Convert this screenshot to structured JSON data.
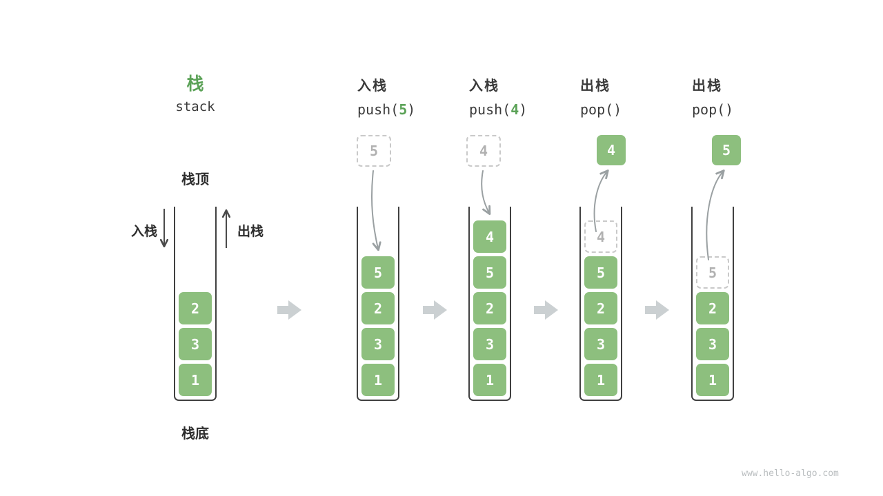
{
  "title": {
    "main": "栈",
    "sub": "stack"
  },
  "stack_labels": {
    "top": "栈顶",
    "bottom": "栈底",
    "push_side": "入栈",
    "pop_side": "出栈"
  },
  "stacks": [
    {
      "name": "initial",
      "cells": [
        {
          "v": "2"
        },
        {
          "v": "3"
        },
        {
          "v": "1"
        }
      ]
    },
    {
      "name": "push-5",
      "op": {
        "action": "入栈",
        "fn": "push(",
        "arg": "5",
        "close": ")"
      },
      "floating": {
        "v": "5",
        "dashed": true
      },
      "cells": [
        {
          "v": "5"
        },
        {
          "v": "2"
        },
        {
          "v": "3"
        },
        {
          "v": "1"
        }
      ]
    },
    {
      "name": "push-4",
      "op": {
        "action": "入栈",
        "fn": "push(",
        "arg": "4",
        "close": ")"
      },
      "floating": {
        "v": "4",
        "dashed": true
      },
      "cells": [
        {
          "v": "4"
        },
        {
          "v": "5"
        },
        {
          "v": "2"
        },
        {
          "v": "3"
        },
        {
          "v": "1"
        }
      ]
    },
    {
      "name": "pop-4",
      "op": {
        "action": "出栈",
        "fn": "pop(",
        "arg": "",
        "close": ")"
      },
      "floating": {
        "v": "4",
        "dashed": false
      },
      "cells": [
        {
          "v": "4",
          "dashed": true
        },
        {
          "v": "5"
        },
        {
          "v": "2"
        },
        {
          "v": "3"
        },
        {
          "v": "1"
        }
      ]
    },
    {
      "name": "pop-5",
      "op": {
        "action": "出栈",
        "fn": "pop(",
        "arg": "",
        "close": ")"
      },
      "floating": {
        "v": "5",
        "dashed": false
      },
      "cells": [
        {
          "v": "5",
          "dashed": true
        },
        {
          "v": "2"
        },
        {
          "v": "3"
        },
        {
          "v": "1"
        }
      ]
    }
  ],
  "watermark": "www.hello-algo.com",
  "colors": {
    "cell_green": "#8dbf7e",
    "accent_green": "#5ba257",
    "dashed_border": "#c9c9c9",
    "dashed_text": "#b1b1b1",
    "tube_border": "#404040",
    "flow_arrow_gray": "#9aa0a2",
    "transition_arrow_gray": "#cbd0d2",
    "text_dark": "#3a3a3a",
    "watermark_gray": "#b9bdbf"
  },
  "icons": {
    "transition": "right-arrow-icon",
    "push_flow": "curved-down-arrow-icon",
    "pop_flow": "curved-up-arrow-icon",
    "push_direction": "down-arrow-icon",
    "pop_direction": "up-arrow-icon"
  }
}
